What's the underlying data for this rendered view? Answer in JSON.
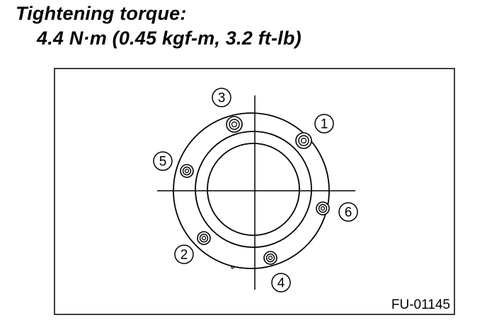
{
  "heading": {
    "label": "Tightening torque:",
    "value": "4.4 N·m (0.45 kgf-m, 3.2 ft-lb)"
  },
  "figure": {
    "id": "FU-01145",
    "callouts": [
      {
        "number": "1",
        "bolt": "bolt-1"
      },
      {
        "number": "2",
        "bolt": "bolt-2"
      },
      {
        "number": "3",
        "bolt": "bolt-3"
      },
      {
        "number": "4",
        "bolt": "bolt-4"
      },
      {
        "number": "5",
        "bolt": "bolt-5"
      },
      {
        "number": "6",
        "bolt": "bolt-6"
      }
    ]
  }
}
